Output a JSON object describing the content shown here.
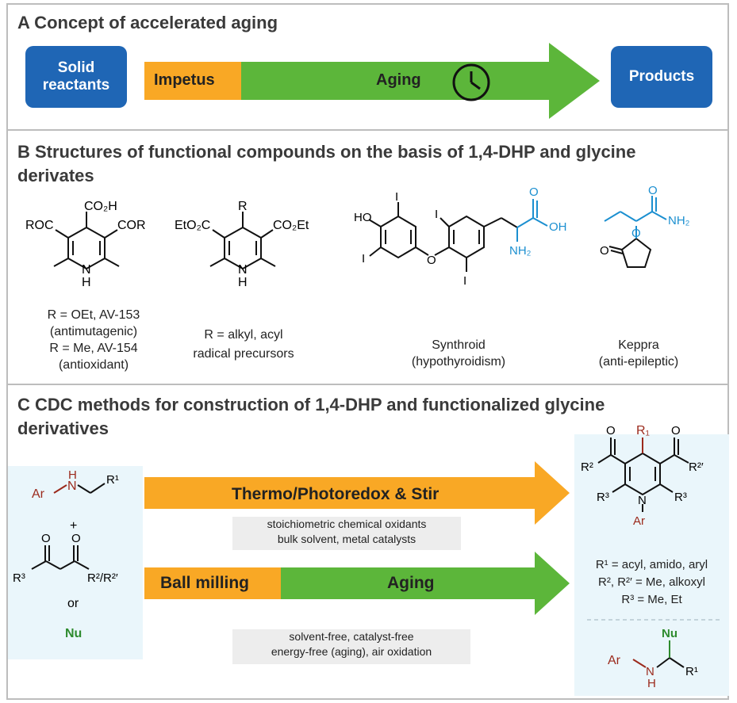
{
  "panel_a": {
    "title": "A Concept of accelerated aging",
    "box_left": [
      "Solid",
      "reactants"
    ],
    "impetus": "Impetus",
    "aging": "Aging",
    "box_right": "Products",
    "colors": {
      "blue": "#1f66b5",
      "orange": "#f9a825",
      "green": "#5cb63a"
    },
    "icon": "clock-icon"
  },
  "panel_b": {
    "title": [
      "B Structures of functional compounds on the basis of 1,4-DHP and glycine",
      "derivates"
    ],
    "compounds": [
      {
        "caption": [
          "R = OEt, AV-153",
          "(antimutagenic)",
          "R = Me, AV-154",
          "(antioxidant)"
        ]
      },
      {
        "caption": [
          "R = alkyl, acyl",
          "radical precursors"
        ]
      },
      {
        "caption": [
          "Synthroid",
          "(hypothyroidism)"
        ]
      },
      {
        "caption": [
          "Keppra",
          "(anti-epileptic)"
        ]
      }
    ],
    "atom_labels": {
      "co2h": "CO₂H",
      "roc": "ROC",
      "cor": "COR",
      "nh": "N",
      "h": "H",
      "r": "R",
      "eto2c": "EtO₂C",
      "co2et": "CO₂Et",
      "ho": "HO",
      "i": "I",
      "o": "O",
      "oh": "OH",
      "nh2": "NH₂"
    },
    "highlight_color": "#1b8fd0"
  },
  "panel_c": {
    "title": [
      "C CDC methods for construction of 1,4-DHP and functionalized glycine",
      "derivatives"
    ],
    "top_arrow": "Thermo/Photoredox & Stir",
    "top_note": [
      "stoichiometric chemical oxidants",
      "bulk solvent, metal catalysts"
    ],
    "bottom_arrow_left": "Ball milling",
    "bottom_arrow_right": "Aging",
    "bottom_note": [
      "solvent-free, catalyst-free",
      "energy-free (aging), air oxidation"
    ],
    "reactants": {
      "plus": "+",
      "or": "or",
      "nu": "Nu",
      "r1": "R¹",
      "ar": "Ar",
      "nh_h": "H",
      "n": "N",
      "r3": "R³",
      "r2r2": "R²/R²′",
      "o": "O"
    },
    "product_conditions": [
      "R¹ = acyl, amido, aryl",
      "R², R²′ = Me, alkoxyl",
      "R³ = Me, Et"
    ],
    "product_labels": {
      "r1": "R₁",
      "r2": "R²",
      "r2p": "R²′",
      "r3": "R³",
      "n": "N",
      "ar": "Ar",
      "o": "O",
      "nu": "Nu",
      "h": "H"
    },
    "colors": {
      "red": "#9b2a1c",
      "green": "#2e8b2e",
      "box": "#eaf6fb"
    }
  }
}
